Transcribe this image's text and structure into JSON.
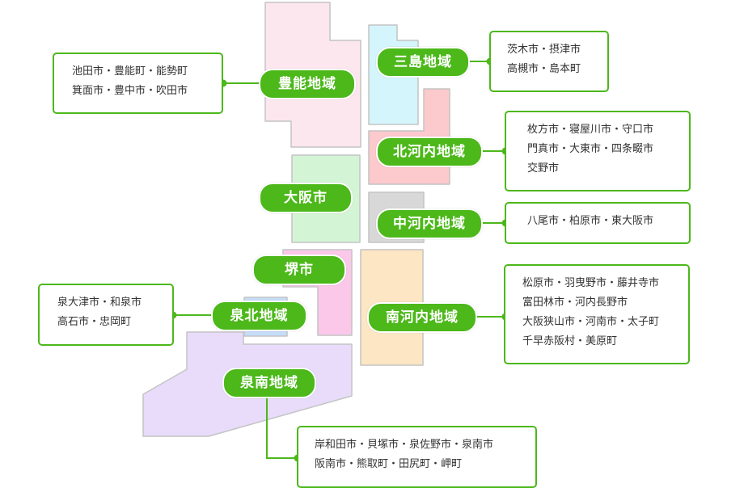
{
  "colors": {
    "accent_green": "#4cb81a",
    "toyono": "#fde7ee",
    "mishima": "#d3f5fb",
    "kitakawachi": "#fcc9cd",
    "osaka": "#d3f5d5",
    "nakakawachi": "#d8d8d8",
    "sakai": "#fbc8ea",
    "senboku": "#c5ddf8",
    "minamikawachi": "#fde6c4",
    "sennan": "#e8dcfa"
  },
  "regions": [
    {
      "id": "toyono",
      "label": "豊能地域",
      "cities": [
        "池田市・豊能町・能勢町",
        "箕面市・豊中市・吹田市"
      ]
    },
    {
      "id": "mishima",
      "label": "三島地域",
      "cities": [
        "茨木市・摂津市",
        "高槻市・島本町"
      ]
    },
    {
      "id": "kitakawachi",
      "label": "北河内地域",
      "cities": [
        "枚方市・寝屋川市・守口市",
        "門真市・大東市・四条畷市",
        "交野市"
      ]
    },
    {
      "id": "osaka",
      "label": "大阪市"
    },
    {
      "id": "nakakawachi",
      "label": "中河内地域",
      "cities": [
        "八尾市・柏原市・東大阪市"
      ]
    },
    {
      "id": "sakai",
      "label": "堺市"
    },
    {
      "id": "senboku",
      "label": "泉北地域",
      "cities": [
        "泉大津市・和泉市",
        "高石市・忠岡町"
      ]
    },
    {
      "id": "minamikawachi",
      "label": "南河内地域",
      "cities": [
        "松原市・羽曳野市・藤井寺市",
        "富田林市・河内長野市",
        "大阪狭山市・河南市・太子町",
        "千早赤阪村・美原町"
      ]
    },
    {
      "id": "sennan",
      "label": "泉南地域",
      "cities": [
        "岸和田市・貝塚市・泉佐野市・泉南市",
        "阪南市・熊取町・田尻町・岬町"
      ]
    }
  ]
}
